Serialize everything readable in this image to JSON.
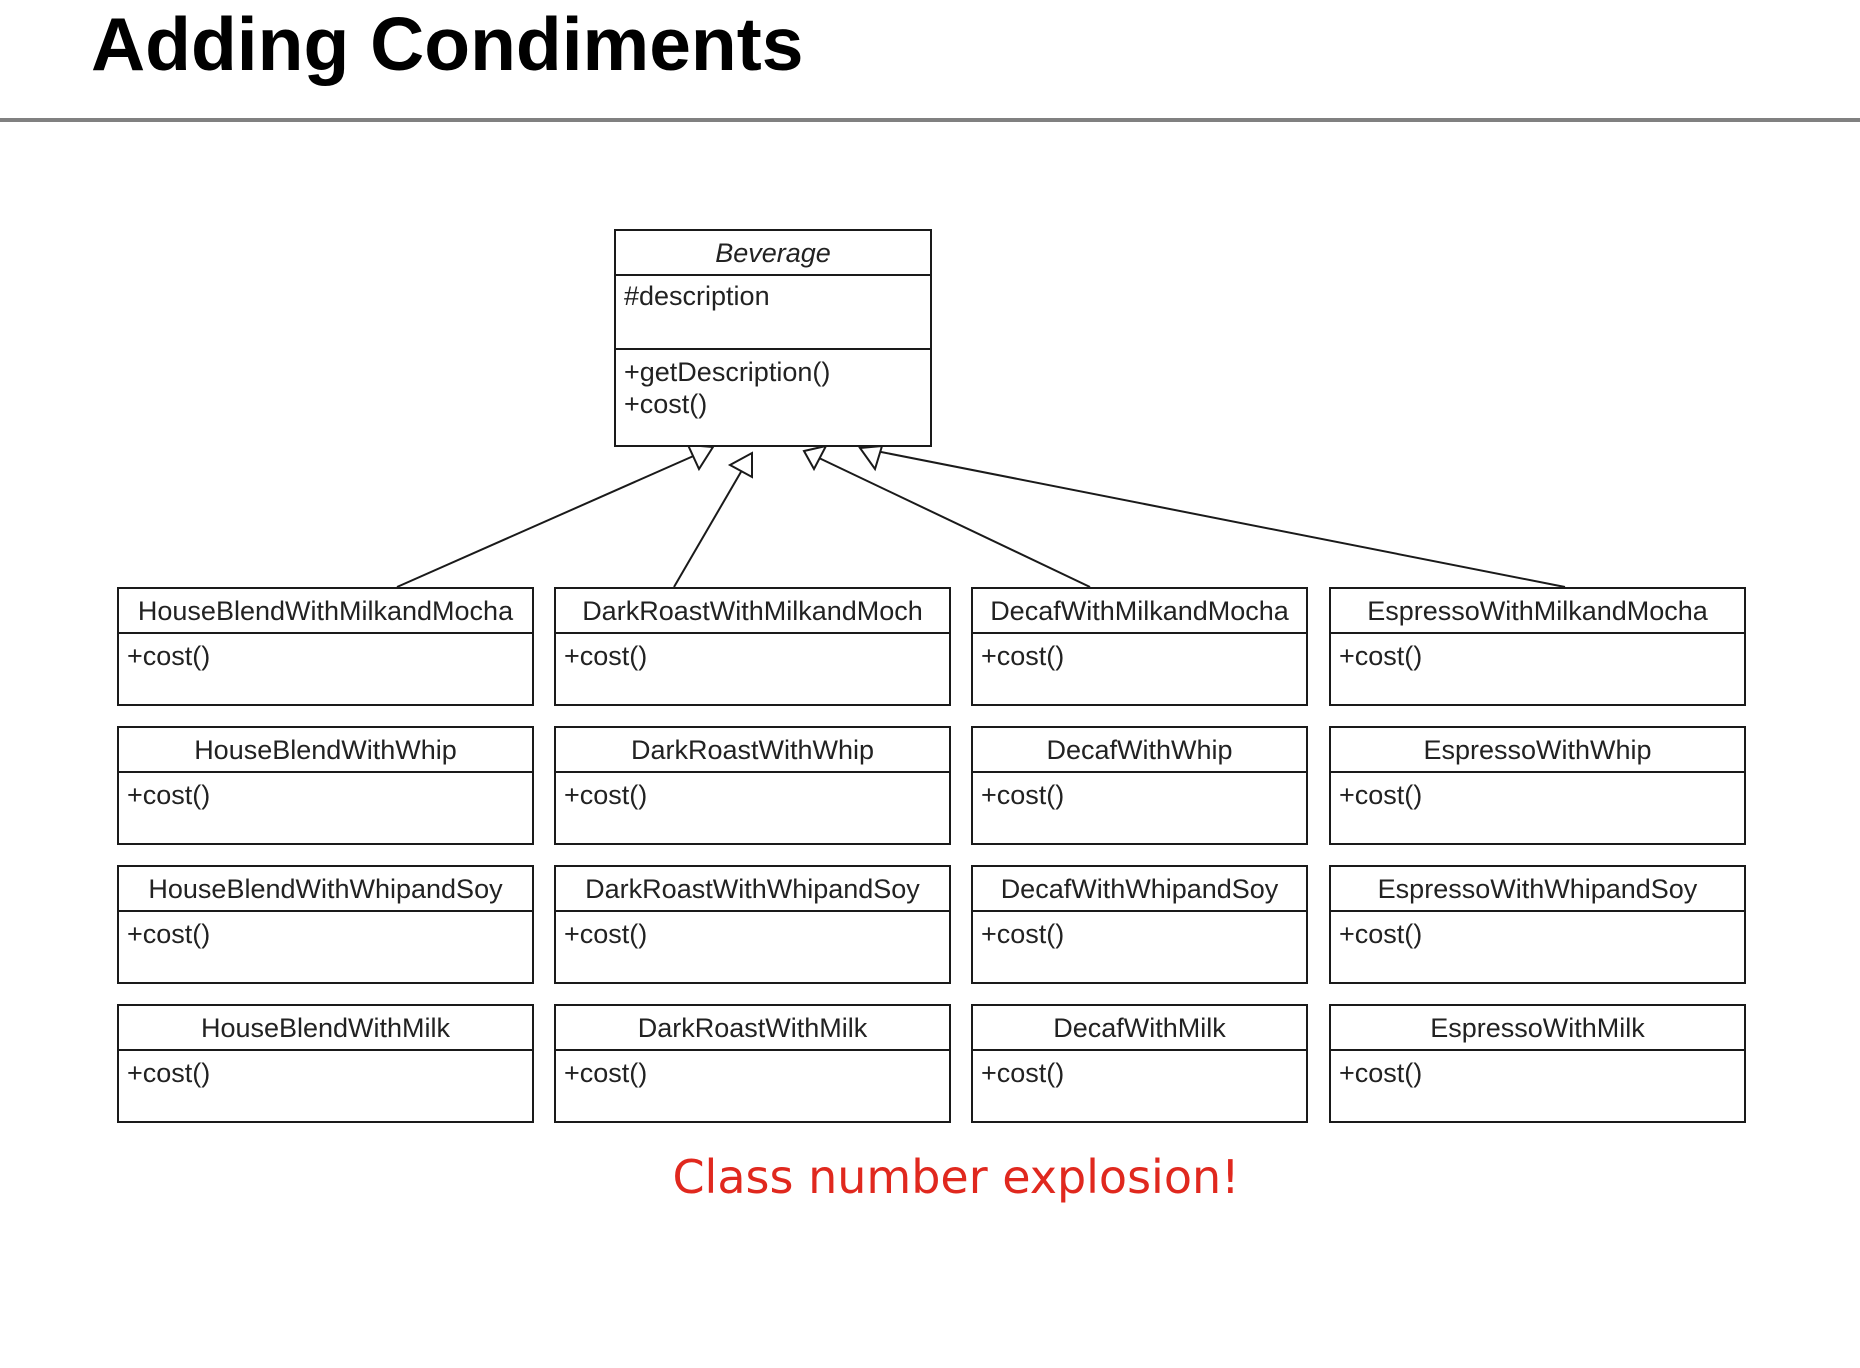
{
  "title": "Adding Condiments",
  "base_class": {
    "name": "Beverage",
    "attributes": [
      "#description"
    ],
    "operations": [
      "+getDescription()",
      "+cost()"
    ]
  },
  "classes": [
    [
      {
        "name": "HouseBlendWithMilkandMocha",
        "op": "+cost()"
      },
      {
        "name": "DarkRoastWithMilkandMoch",
        "op": "+cost()"
      },
      {
        "name": "DecafWithMilkandMocha",
        "op": "+cost()"
      },
      {
        "name": "EspressoWithMilkandMocha",
        "op": "+cost()"
      }
    ],
    [
      {
        "name": "HouseBlendWithWhip",
        "op": "+cost()"
      },
      {
        "name": "DarkRoastWithWhip",
        "op": "+cost()"
      },
      {
        "name": "DecafWithWhip",
        "op": "+cost()"
      },
      {
        "name": "EspressoWithWhip",
        "op": "+cost()"
      }
    ],
    [
      {
        "name": "HouseBlendWithWhipandSoy",
        "op": "+cost()"
      },
      {
        "name": "DarkRoastWithWhipandSoy",
        "op": "+cost()"
      },
      {
        "name": "DecafWithWhipandSoy",
        "op": "+cost()"
      },
      {
        "name": "EspressoWithWhipandSoy",
        "op": "+cost()"
      }
    ],
    [
      {
        "name": "HouseBlendWithMilk",
        "op": "+cost()"
      },
      {
        "name": "DarkRoastWithMilk",
        "op": "+cost()"
      },
      {
        "name": "DecafWithMilk",
        "op": "+cost()"
      },
      {
        "name": "EspressoWithMilk",
        "op": "+cost()"
      }
    ]
  ],
  "note": "Class number explosion!",
  "colors": {
    "note": "#e0281e",
    "rule": "#808080",
    "box_border": "#1a1a1a"
  }
}
